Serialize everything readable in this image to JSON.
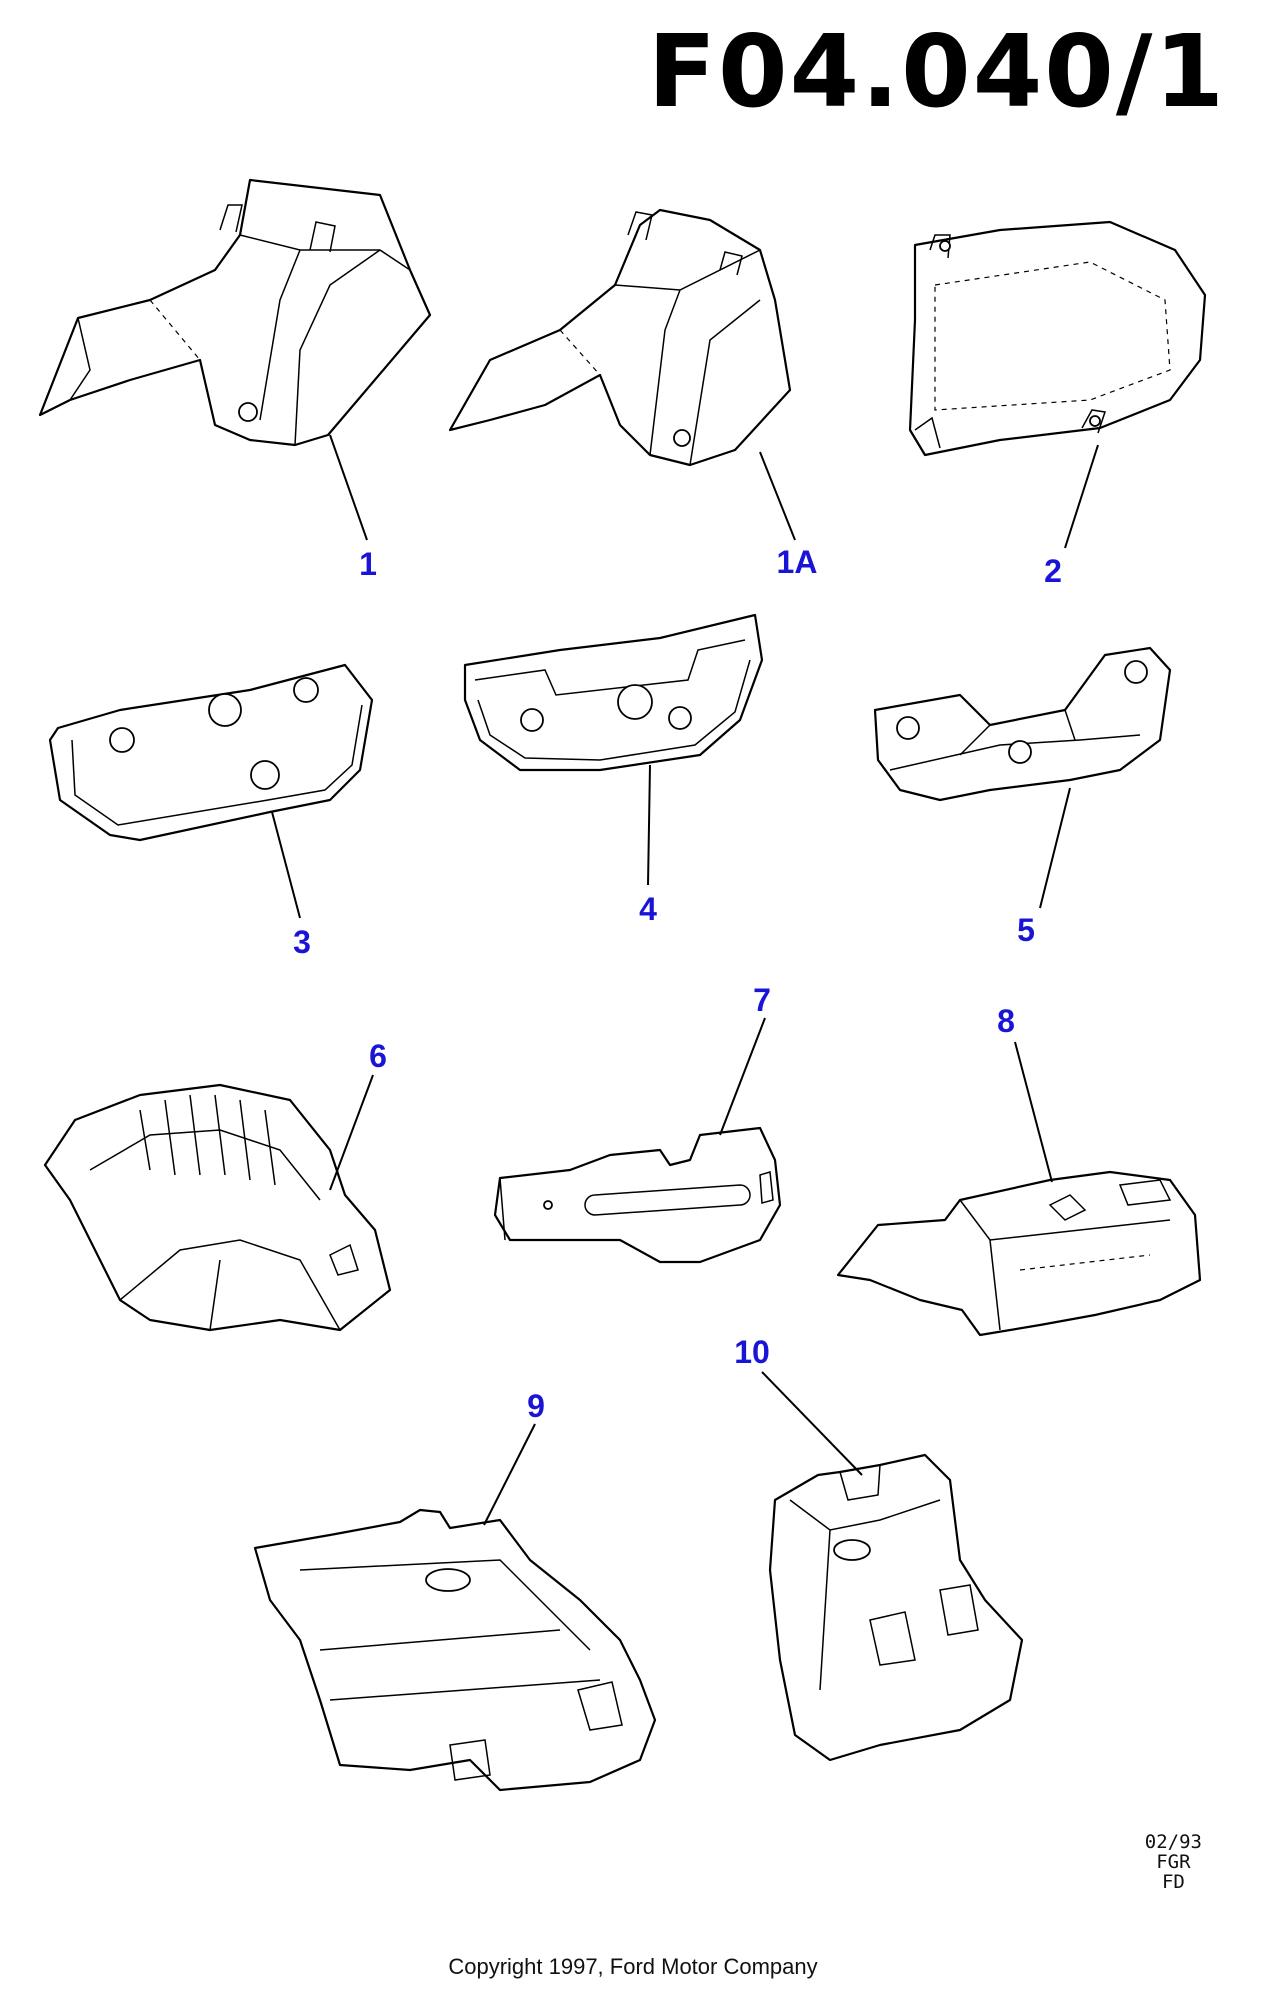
{
  "header": {
    "sheet_code": "F04.040/1"
  },
  "theme": {
    "callout_color": "#1a14d6",
    "line_color": "#000000"
  },
  "callouts": [
    {
      "id": "1",
      "label": "1"
    },
    {
      "id": "1a",
      "label": "1A"
    },
    {
      "id": "2",
      "label": "2"
    },
    {
      "id": "3",
      "label": "3"
    },
    {
      "id": "4",
      "label": "4"
    },
    {
      "id": "5",
      "label": "5"
    },
    {
      "id": "6",
      "label": "6"
    },
    {
      "id": "7",
      "label": "7"
    },
    {
      "id": "8",
      "label": "8"
    },
    {
      "id": "9",
      "label": "9"
    },
    {
      "id": "10",
      "label": "10"
    }
  ],
  "stamp": {
    "date": "02/93",
    "line2": "FGR",
    "line3": "FD"
  },
  "footer": {
    "copyright": "Copyright 1997, Ford Motor Company"
  }
}
